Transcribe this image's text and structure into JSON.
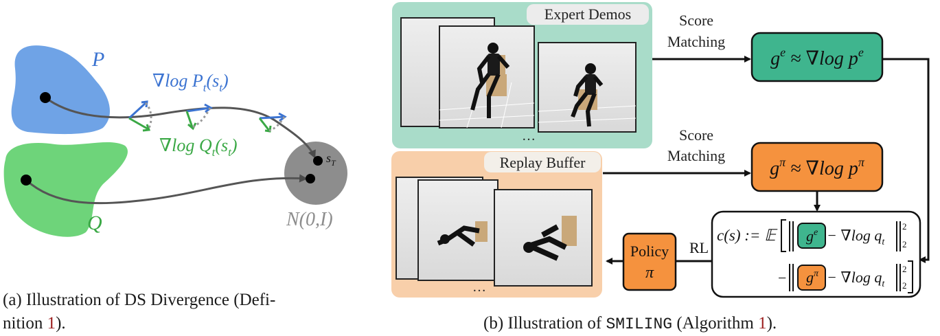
{
  "panel_a": {
    "label_p": "P",
    "label_q": "Q",
    "label_grad_p": "∇log P",
    "label_grad_p_sub": "t",
    "label_grad_p_arg": "(s",
    "label_grad_p_arg_sub": "t",
    "label_grad_p_close": ")",
    "label_grad_q": "∇log Q",
    "label_grad_q_sub": "t",
    "label_grad_q_arg": "(s",
    "label_grad_q_arg_sub": "t",
    "label_grad_q_close": ")",
    "label_sT": "s",
    "label_sT_sub": "T",
    "label_normal": "N(0,I)",
    "caption_prefix": "(a) Illustration of DS Divergence (Defi-",
    "caption_line2_prefix": "nition ",
    "caption_ref": "1",
    "caption_line2_suffix": ").",
    "colors": {
      "p_blue": "#6fa3e6",
      "q_green": "#6ed47a",
      "arrow_blue": "#3b73d1",
      "arrow_green": "#3aa845",
      "gray": "#8a8a8a"
    }
  },
  "panel_b": {
    "expert_demos_label": "Expert Demos",
    "replay_buffer_label": "Replay Buffer",
    "ellipsis_top": "…",
    "ellipsis_bottom": "…",
    "score_matching_1_line1": "Score",
    "score_matching_1_line2": "Matching",
    "score_matching_2_line1": "Score",
    "score_matching_2_line2": "Matching",
    "ge_box": "g",
    "ge_sup": "e",
    "ge_approx": " ≈ ∇log p",
    "ge_approx_sup": "e",
    "gpi_box": "g",
    "gpi_sup": "π",
    "gpi_approx": " ≈ ∇log p",
    "gpi_approx_sup": "π",
    "cost_lhs": "c(s) := 𝔼",
    "cost_term1_g": "g",
    "cost_term1_sup": "e",
    "cost_minus_grad": "− ∇log q",
    "cost_q_sub": "t",
    "cost_norm_sup": "2",
    "cost_norm_sub": "2",
    "cost_second_minus": "−",
    "cost_term2_g": "g",
    "cost_term2_sup": "π",
    "rl_label": "RL",
    "policy_label": "Policy",
    "policy_symbol": "π",
    "caption_prefix": "(b) Illustration of ",
    "caption_mono": "SMILING",
    "caption_mid": " (Algorithm ",
    "caption_ref": "1",
    "caption_suffix": ").",
    "colors": {
      "expert_bg": "#a9dcc9",
      "expert_box": "#3fb58e",
      "replay_bg": "#f8cfaa",
      "orange_box": "#f5923e",
      "ref_red": "#9b1c1c"
    }
  }
}
